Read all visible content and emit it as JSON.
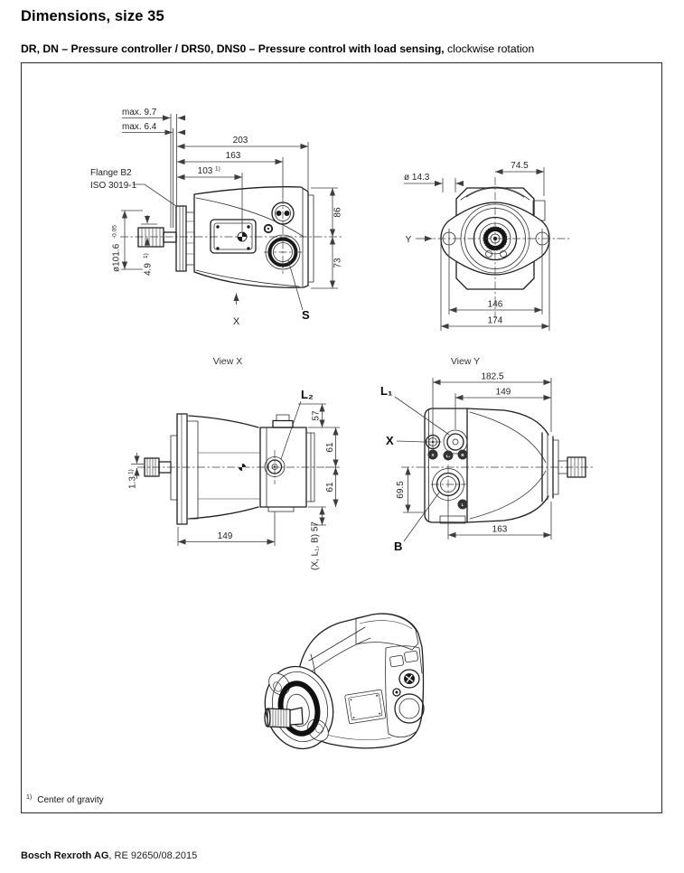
{
  "page": {
    "title": "Dimensions, size 35",
    "subtitle_bold": "DR, DN – Pressure controller / DRS0, DNS0 – Pressure control with load sensing,",
    "subtitle_regular": " clockwise rotation",
    "sup_marker": "1)",
    "footnote": {
      "marker": "1)",
      "text": "Center of gravity"
    },
    "footer": {
      "company": "Bosch Rexroth AG",
      "doc": ", RE 92650/08.2015"
    }
  },
  "side_view": {
    "flange_line1": "Flange B2",
    "flange_line2": "ISO 3019-1",
    "port_s_label": "S",
    "view_arrow_label": "X",
    "dims": {
      "max1": "max. 9.7",
      "max2": "max. 6.4",
      "d203": "203",
      "d163": "163",
      "d103": "103",
      "d86": "86",
      "d73": "73",
      "pilot_dia": "ø101.6",
      "pilot_tol": "-0.05",
      "cog_height": "4.9"
    }
  },
  "front_view": {
    "view_arrow_label": "Y",
    "dims": {
      "d745": "74.5",
      "hole_dia": "ø 14.3",
      "d146": "146",
      "d174": "174"
    }
  },
  "view_x": {
    "caption": "View X",
    "port_l2_label": "L₂",
    "ports_plane_label": "(X, L₁, B) 57",
    "dims": {
      "d57_top": "57",
      "d61_upper": "61",
      "d61_lower": "61",
      "cog_offset": "1.3",
      "d149": "149"
    }
  },
  "view_y": {
    "caption": "View Y",
    "port_l1_label": "L₁",
    "port_x_label": "X",
    "port_b_label": "B",
    "badges": {
      "x": "X",
      "l1": "L₁",
      "b": "B",
      "l": "L"
    },
    "dims": {
      "d1825": "182.5",
      "d149": "149",
      "d695": "69.5",
      "d163": "163"
    }
  }
}
